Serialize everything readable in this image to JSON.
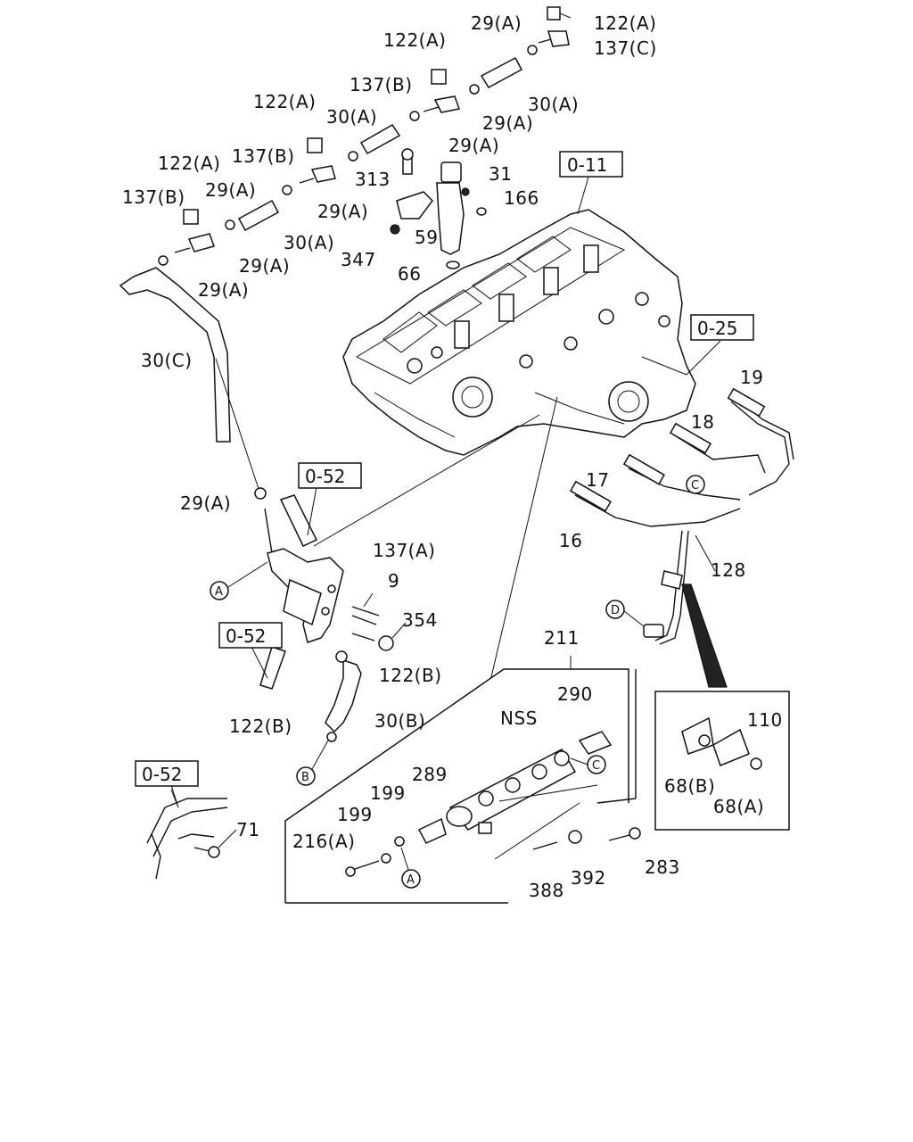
{
  "labels": {
    "l_29a_1": "29(A)",
    "l_122a_1": "122(A)",
    "l_137c": "137(C)",
    "l_122a_2": "122(A)",
    "l_137b_1": "137(B)",
    "l_30a_1": "30(A)",
    "l_29a_2": "29(A)",
    "l_122a_3": "122(A)",
    "l_30a_2": "30(A)",
    "l_29a_3": "29(A)",
    "l_137b_2": "137(B)",
    "l_122a_4": "122(A)",
    "l_313": "313",
    "l_31": "31",
    "l_29a_4": "29(A)",
    "l_29a_5": "29(A)",
    "l_166": "166",
    "l_137b_3": "137(B)",
    "l_30a_3": "30(A)",
    "l_59": "59",
    "l_29a_6": "29(A)",
    "l_347": "347",
    "l_66": "66",
    "l_29a_7": "29(A)",
    "l_30c": "30(C)",
    "l_19": "19",
    "l_18": "18",
    "l_17": "17",
    "l_16": "16",
    "l_128": "128",
    "l_29a_8": "29(A)",
    "l_137a": "137(A)",
    "l_9": "9",
    "l_354": "354",
    "l_122b_1": "122(B)",
    "l_30b": "30(B)",
    "l_122b_2": "122(B)",
    "l_211": "211",
    "l_290": "290",
    "l_nss": "NSS",
    "l_289": "289",
    "l_199_1": "199",
    "l_199_2": "199",
    "l_216a": "216(A)",
    "l_388": "388",
    "l_392": "392",
    "l_283": "283",
    "l_110": "110",
    "l_68b": "68(B)",
    "l_68a": "68(A)",
    "l_71": "71"
  },
  "references": {
    "ref_011": "0-11",
    "ref_025": "0-25",
    "ref_052_1": "0-52",
    "ref_052_2": "0-52",
    "ref_052_3": "0-52"
  },
  "markers": {
    "a1": "A",
    "a2": "A",
    "b1": "B",
    "c1": "C",
    "c2": "C",
    "d1": "D"
  }
}
